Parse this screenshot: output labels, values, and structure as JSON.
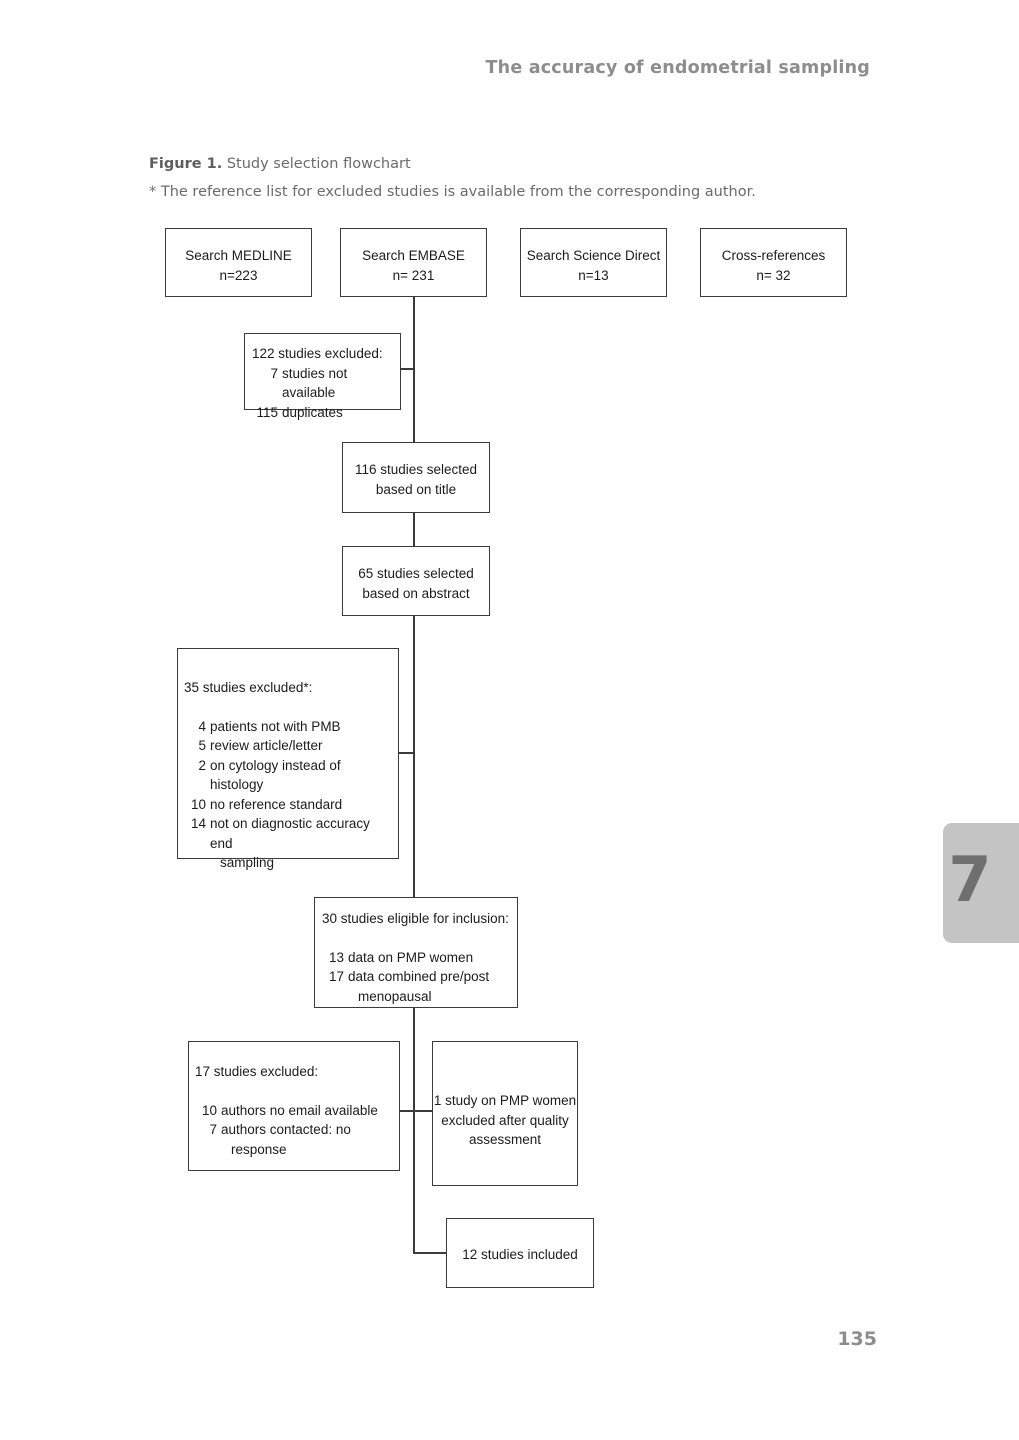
{
  "page": {
    "running_head": "The accuracy of endometrial sampling",
    "folio": "135",
    "chapter_tab": "7"
  },
  "figure": {
    "label": "Figure 1.",
    "title": "Study selection flowchart",
    "footnote": "* The reference list for excluded studies is available from the corresponding author."
  },
  "flowchart": {
    "type": "flowchart",
    "sources": [
      {
        "name": "Search MEDLINE",
        "count": "n=223"
      },
      {
        "name": "Search EMBASE",
        "count": "n= 231"
      },
      {
        "name": "Search Science Direct",
        "count": "n=13"
      },
      {
        "name": "Cross-references",
        "count": "n= 32"
      }
    ],
    "excluded_122": {
      "header": "122 studies excluded:",
      "items": [
        {
          "num": "7",
          "text": "studies not available"
        },
        {
          "num": "115",
          "text": "duplicates"
        }
      ]
    },
    "selected_title": {
      "line1": "116 studies selected",
      "line2": "based on title"
    },
    "selected_abstract": {
      "line1": "65 studies selected",
      "line2": "based on abstract"
    },
    "excluded_35": {
      "header": "35 studies excluded*:",
      "items": [
        {
          "num": "4",
          "text": "patients not with PMB"
        },
        {
          "num": "5",
          "text": "review article/letter"
        },
        {
          "num": "2",
          "text": "on cytology instead of histology"
        },
        {
          "num": "10",
          "text": "no reference standard"
        },
        {
          "num": "14",
          "text": "not on diagnostic accuracy end"
        }
      ],
      "continuation": "sampling"
    },
    "eligible_30": {
      "header": "30 studies eligible for inclusion:",
      "items": [
        {
          "num": "13",
          "text": "data on PMP women"
        },
        {
          "num": "17",
          "text": "data combined pre/post"
        }
      ],
      "continuation": "menopausal"
    },
    "excluded_17": {
      "header": "17 studies excluded:",
      "items": [
        {
          "num": "10",
          "text": "authors no email available"
        },
        {
          "num": "7",
          "text": "authors contacted: no"
        }
      ],
      "continuation": "response"
    },
    "quality_excluded": {
      "line1": "1 study on PMP women",
      "line2": "excluded after quality",
      "line3": "assessment"
    },
    "included_12": "12 studies included"
  }
}
